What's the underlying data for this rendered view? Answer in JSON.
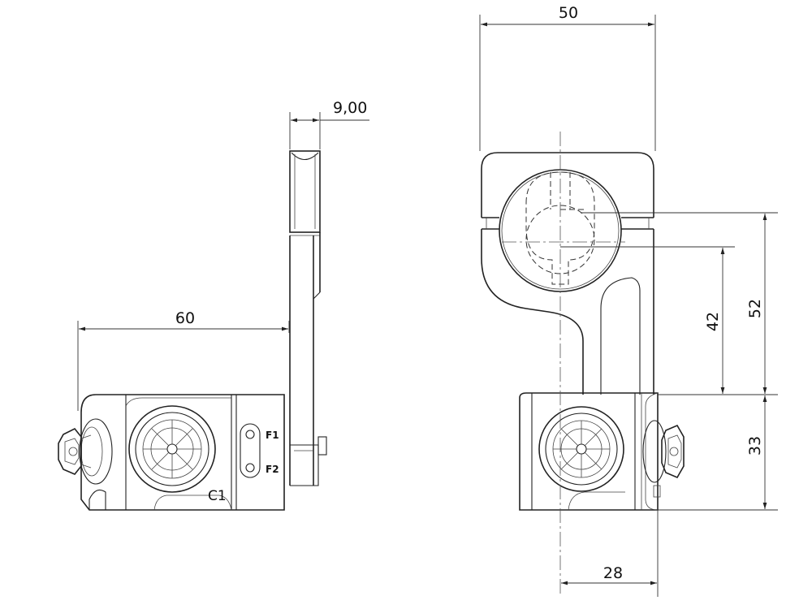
{
  "dimensions": {
    "width_left": "60",
    "thickness_arm": "9,00",
    "width_right": "50",
    "height_upper": "52",
    "height_center": "42",
    "height_lower": "33",
    "base_offset": "28"
  },
  "labels": {
    "f1": "F1",
    "f2": "F2",
    "c1": "C1"
  }
}
